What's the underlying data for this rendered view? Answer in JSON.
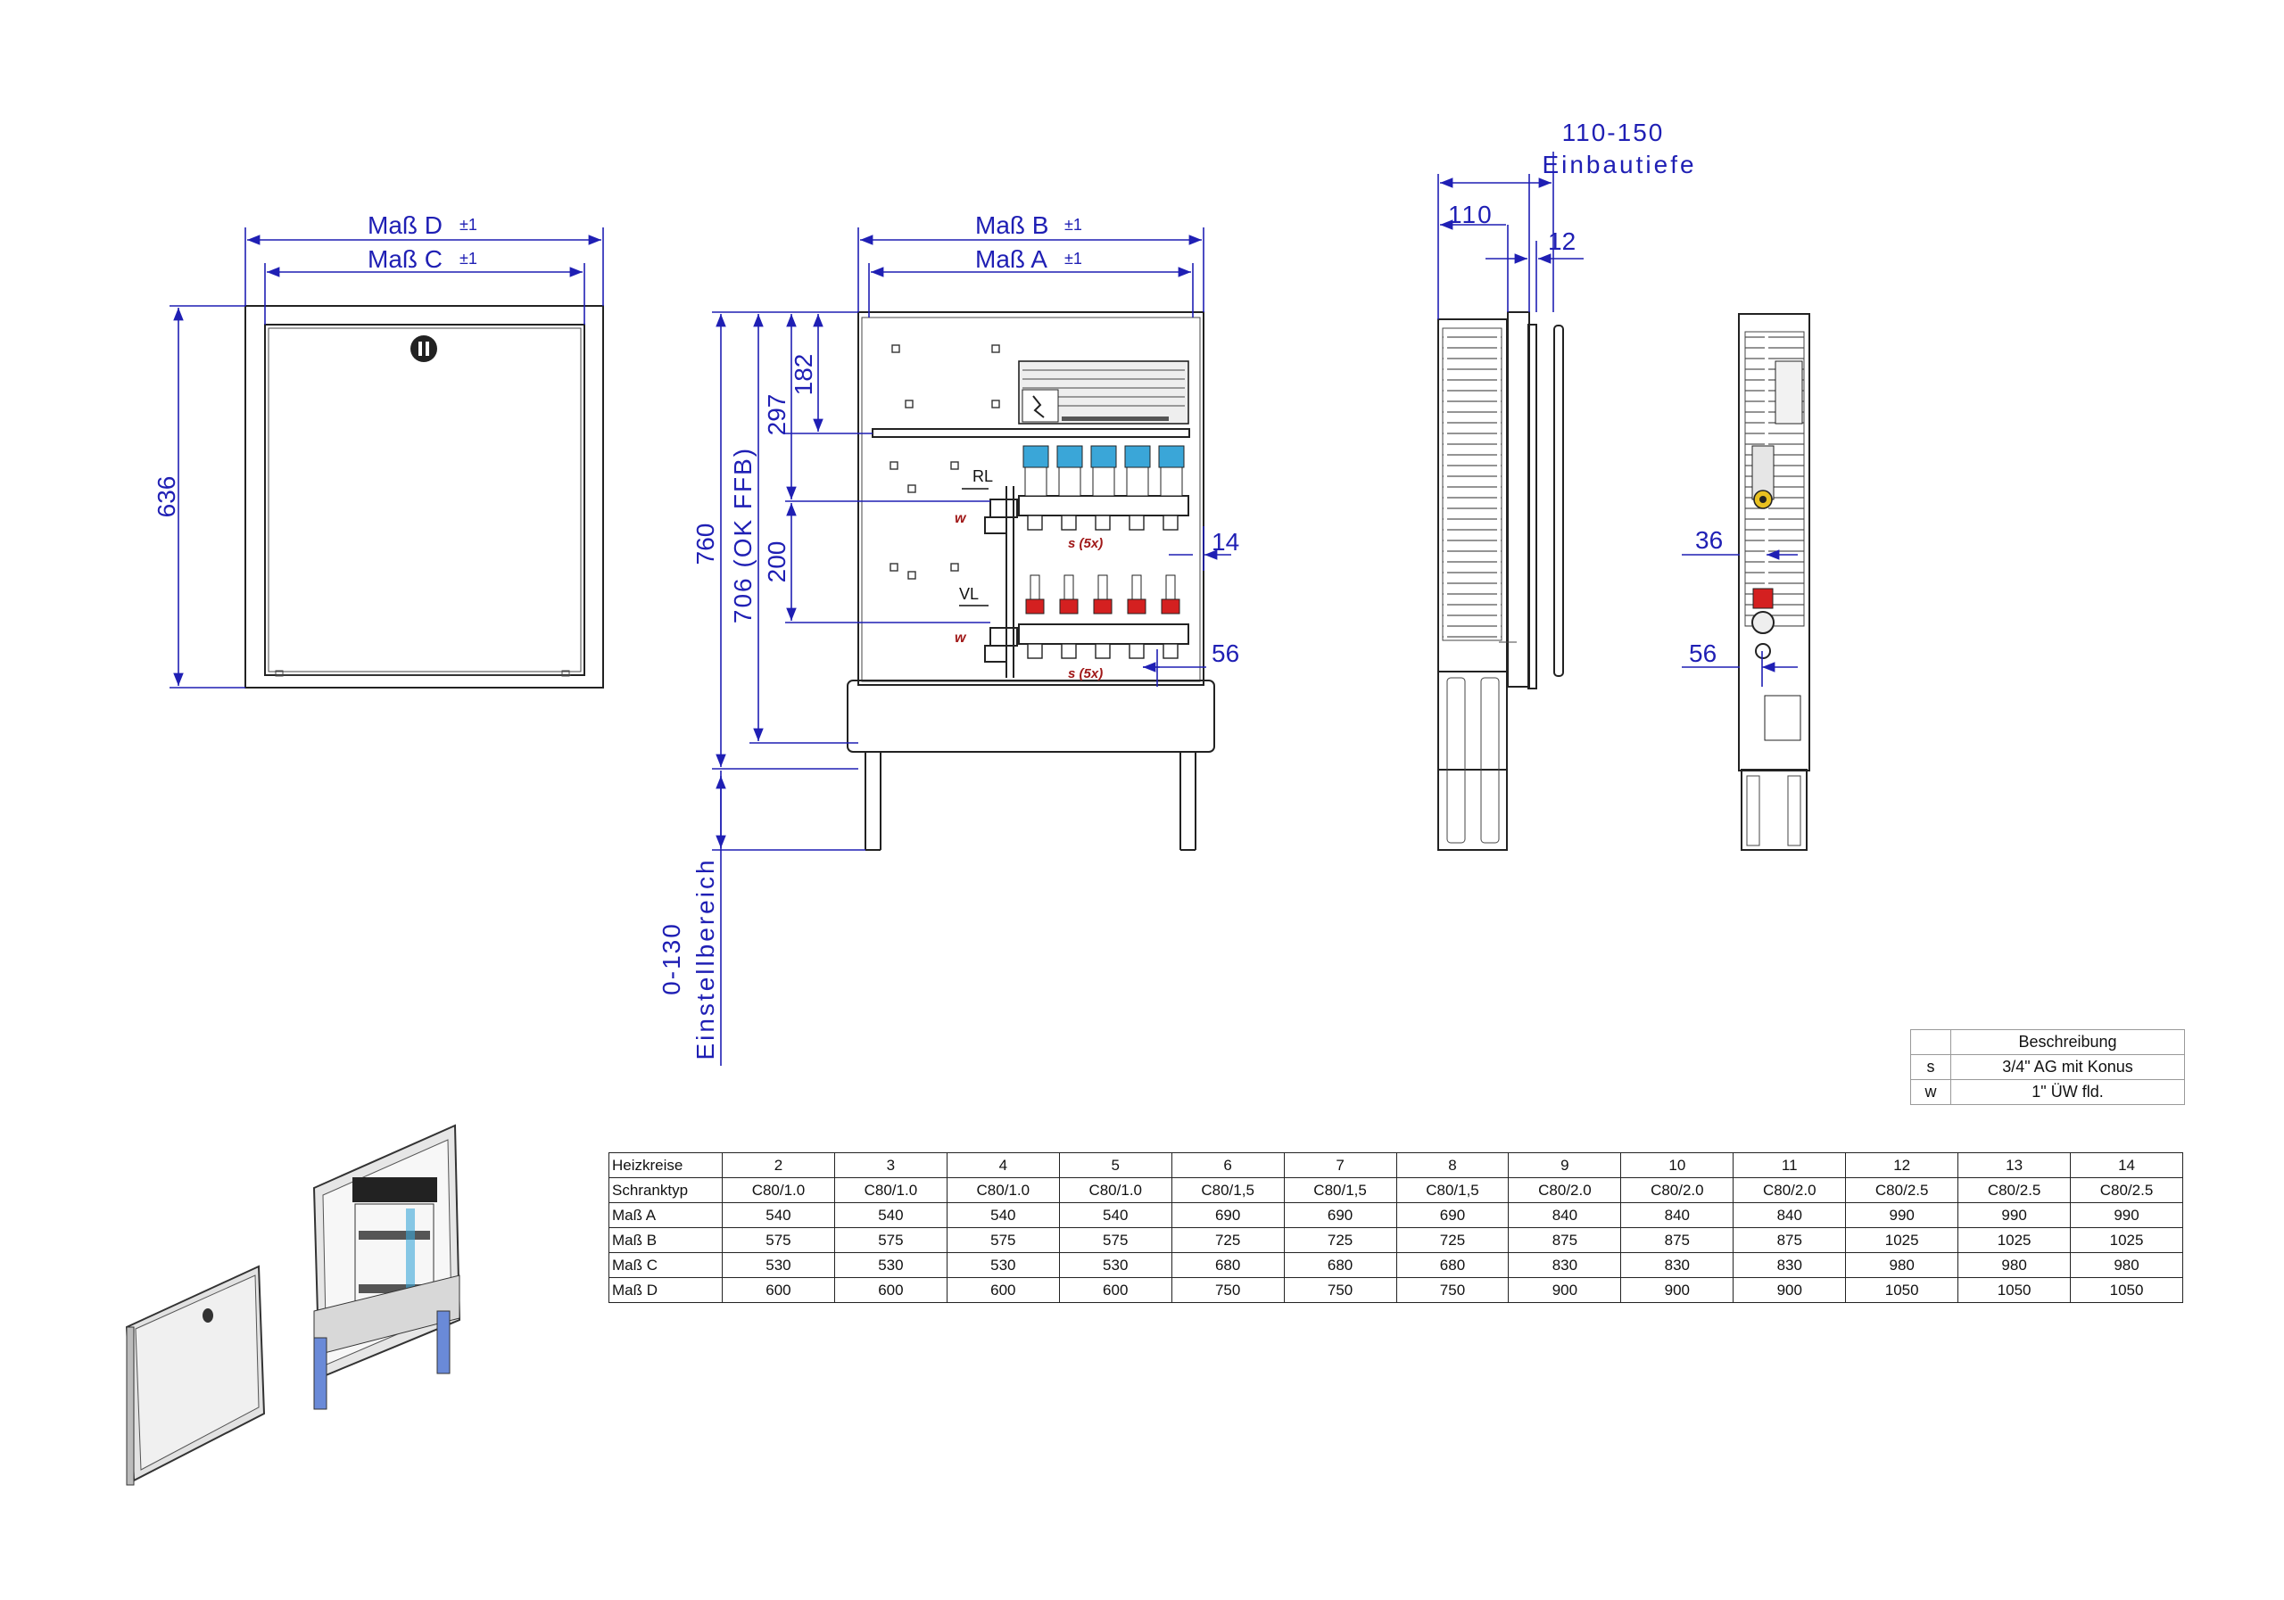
{
  "front_view": {
    "dim_d": "Maß D",
    "dim_c": "Maß C",
    "tolerance": "±1",
    "height": "636"
  },
  "interior_view": {
    "dim_b": "Maß B",
    "dim_a": "Maß A",
    "tolerance": "±1",
    "h_760": "760",
    "h_706": "706 (OK FFB)",
    "h_297": "297",
    "h_182": "182",
    "h_200": "200",
    "adjust_range": "0-130",
    "adjust_label": "Einstellbereich",
    "rl_label": "RL",
    "vl_label": "VL",
    "w_label": "w",
    "s_label": "s (5x)",
    "dim_14": "14",
    "dim_56": "56"
  },
  "side_view": {
    "depth_range": "110-150",
    "depth_label": "Einbautiefe",
    "dim_110": "110",
    "dim_12": "12"
  },
  "section_view": {
    "dim_36": "36",
    "dim_56": "56"
  },
  "description_table": {
    "header": "Beschreibung",
    "rows": [
      {
        "code": "s",
        "text": "3/4\" AG mit Konus"
      },
      {
        "code": "w",
        "text": "1\" ÜW fld."
      }
    ]
  },
  "spec_table": {
    "rows": [
      {
        "label": "Heizkreise",
        "values": [
          "2",
          "3",
          "4",
          "5",
          "6",
          "7",
          "8",
          "9",
          "10",
          "11",
          "12",
          "13",
          "14"
        ]
      },
      {
        "label": "Schranktyp",
        "values": [
          "C80/1.0",
          "C80/1.0",
          "C80/1.0",
          "C80/1.0",
          "C80/1,5",
          "C80/1,5",
          "C80/1,5",
          "C80/2.0",
          "C80/2.0",
          "C80/2.0",
          "C80/2.5",
          "C80/2.5",
          "C80/2.5"
        ]
      },
      {
        "label": "Maß A",
        "values": [
          "540",
          "540",
          "540",
          "540",
          "690",
          "690",
          "690",
          "840",
          "840",
          "840",
          "990",
          "990",
          "990"
        ]
      },
      {
        "label": "Maß B",
        "values": [
          "575",
          "575",
          "575",
          "575",
          "725",
          "725",
          "725",
          "875",
          "875",
          "875",
          "1025",
          "1025",
          "1025"
        ]
      },
      {
        "label": "Maß C",
        "values": [
          "530",
          "530",
          "530",
          "530",
          "680",
          "680",
          "680",
          "830",
          "830",
          "830",
          "980",
          "980",
          "980"
        ]
      },
      {
        "label": "Maß D",
        "values": [
          "600",
          "600",
          "600",
          "600",
          "750",
          "750",
          "750",
          "900",
          "900",
          "900",
          "1050",
          "1050",
          "1050"
        ]
      }
    ]
  },
  "colors": {
    "dimension": "#1f1fb4",
    "valve_red": "#d42020",
    "valve_blue": "#3aa6d8",
    "note_red": "#a01818"
  }
}
